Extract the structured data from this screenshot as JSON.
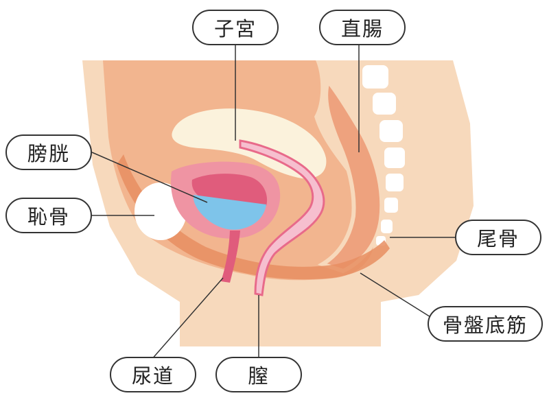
{
  "labels": {
    "uterus": "子宮",
    "rectum": "直腸",
    "bladder": "膀胱",
    "pubic_bone": "恥骨",
    "coccyx": "尾骨",
    "pelvic_floor": "骨盤底筋",
    "urethra": "尿道",
    "vagina": "膣"
  },
  "colors": {
    "skin_light": "#f7d9bc",
    "skin_mid": "#f2b58f",
    "rectum": "#eea27e",
    "pelvic_floor_muscle": "#e88e62",
    "uterus": "#fbf2dc",
    "bladder_outer": "#ef94a3",
    "bladder_wall": "#e05c7c",
    "urine": "#7ec4ea",
    "vagina": "#f6bfcf",
    "bone": "#ffffff",
    "leader_line": "#333333"
  }
}
